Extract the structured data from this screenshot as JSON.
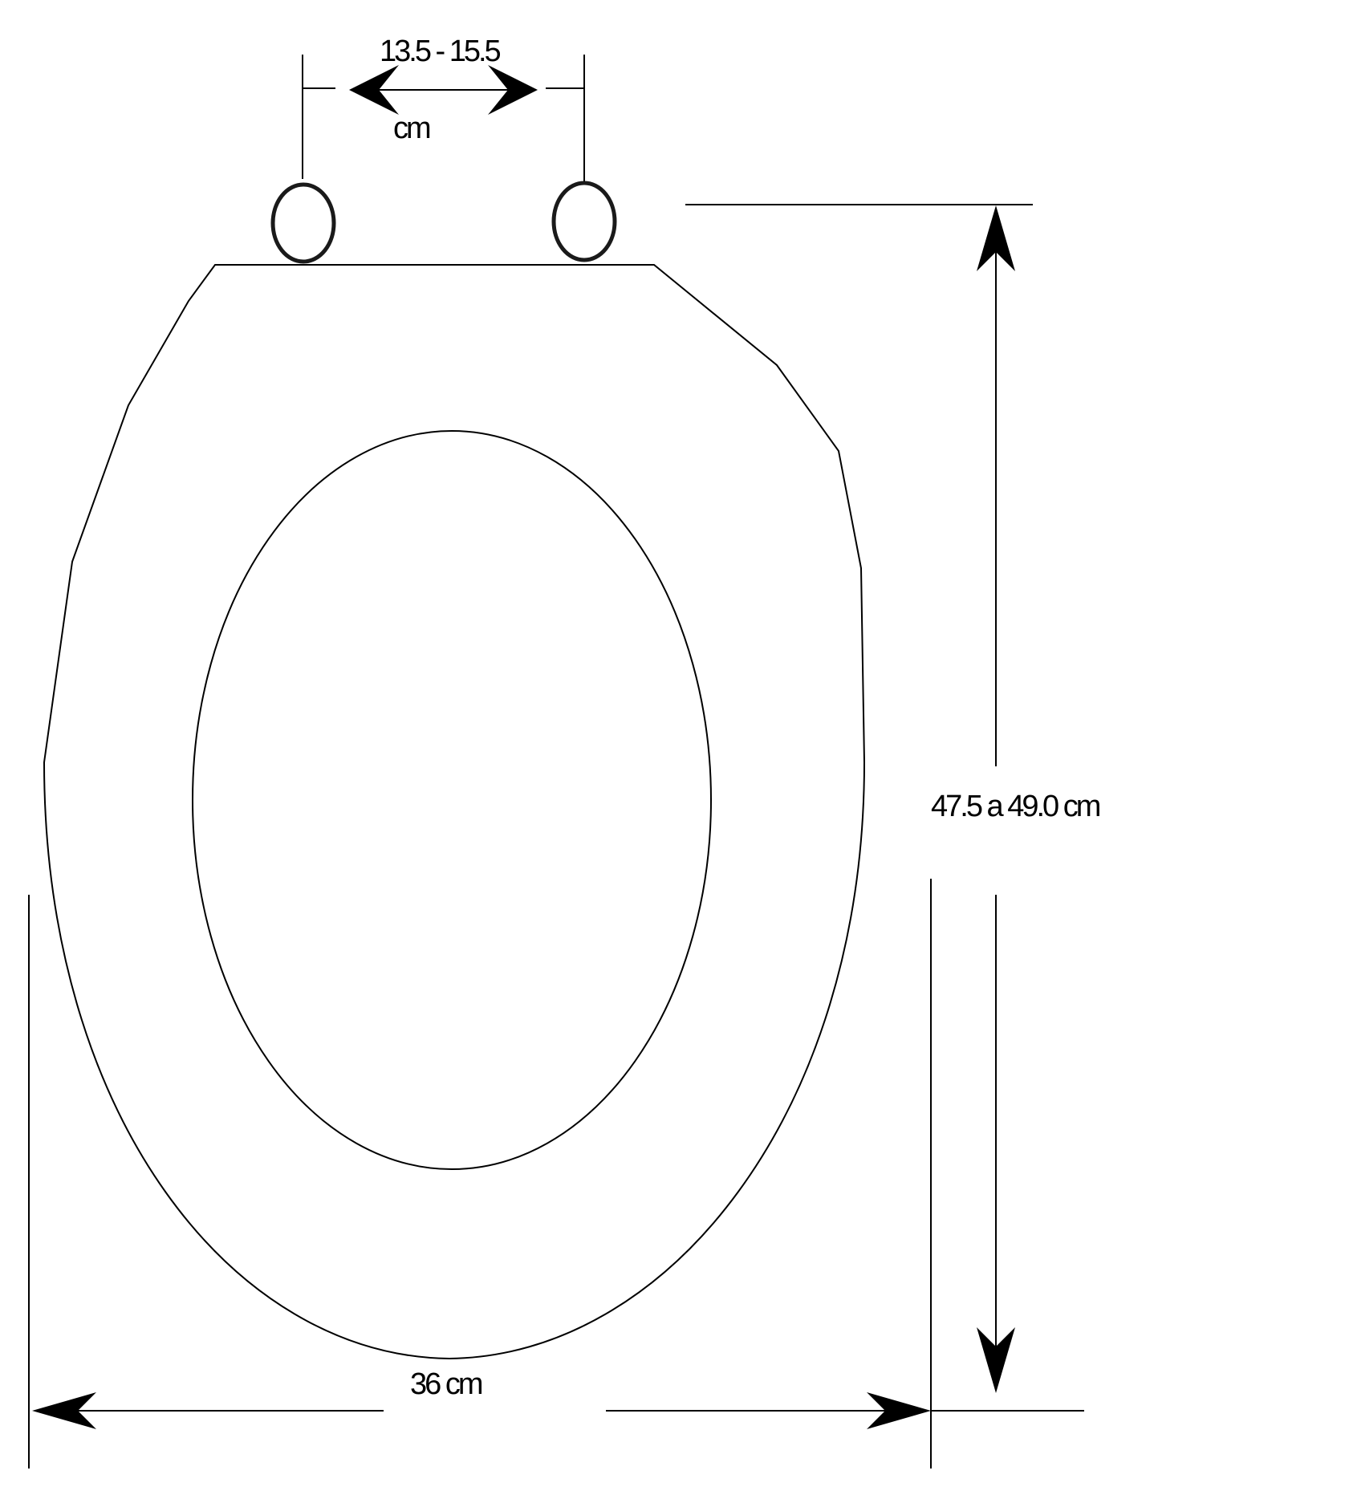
{
  "diagram": {
    "hinge_spacing_value": "13.5 - 15.5",
    "hinge_spacing_unit": "cm",
    "length_label": "47.5 a 49.0 cm",
    "width_label": "36 cm"
  },
  "colors": {
    "line": "#000000",
    "background": "#ffffff"
  }
}
